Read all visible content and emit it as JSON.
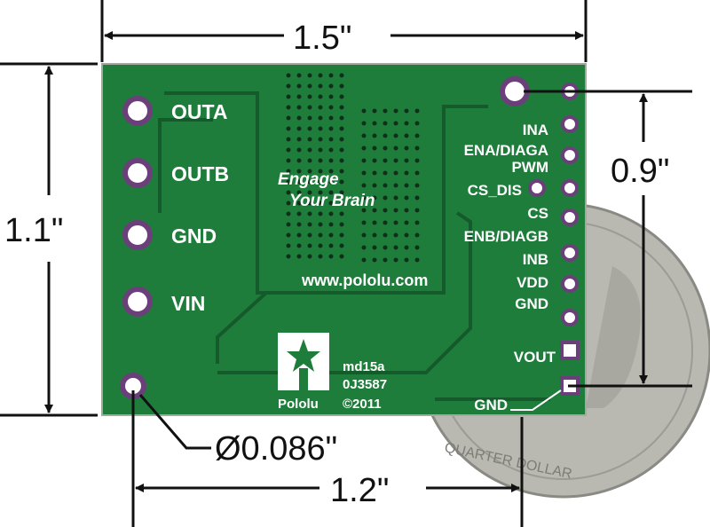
{
  "dimensions": {
    "width": "1.5\"",
    "height": "1.1\"",
    "pin_span": "0.9\"",
    "hole_span": "1.2\"",
    "hole_diameter": "Ø0.086\""
  },
  "board": {
    "left_labels": [
      "OUTA",
      "OUTB",
      "GND",
      "VIN"
    ],
    "right_labels": [
      "INA",
      "ENA/DIAGA",
      "PWM",
      "CS_DIS",
      "CS",
      "ENB/DIAGB",
      "INB",
      "VDD",
      "GND",
      "VOUT",
      "GND"
    ],
    "slogan_line1": "Engage",
    "slogan_line2": "Your Brain",
    "website": "www.pololu.com",
    "model": "md15a",
    "serial": "0J3587",
    "copyright": "©2011",
    "logo_text": "Pololu",
    "color": "#1f7d3c"
  },
  "coin": {
    "label": "QUARTER DOLLAR",
    "color": "#b9b8b1"
  }
}
